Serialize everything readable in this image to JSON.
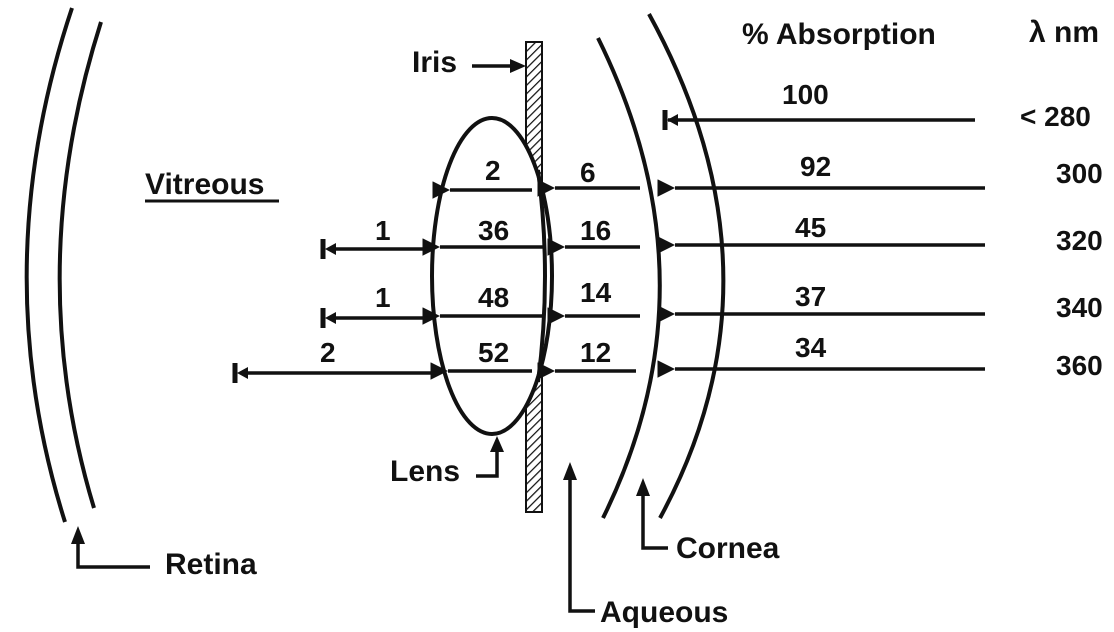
{
  "header": {
    "absorption_title": "% Absorption",
    "wavelength_title": "λ nm"
  },
  "structures": {
    "iris": "Iris",
    "vitreous": "Vitreous",
    "lens": "Lens",
    "retina": "Retina",
    "cornea": "Cornea",
    "aqueous": "Aqueous"
  },
  "rays": [
    {
      "wavelength": "< 280",
      "cornea": "100"
    },
    {
      "wavelength": "300",
      "cornea": "92",
      "aqueous": "6",
      "lens": "2"
    },
    {
      "wavelength": "320",
      "cornea": "45",
      "aqueous": "16",
      "lens": "36",
      "vitreous": "1"
    },
    {
      "wavelength": "340",
      "cornea": "37",
      "aqueous": "14",
      "lens": "48",
      "vitreous": "1"
    },
    {
      "wavelength": "360",
      "cornea": "34",
      "aqueous": "12",
      "lens": "52",
      "vitreous": "2"
    }
  ],
  "colors": {
    "ink": "#111111",
    "background": "#ffffff"
  }
}
